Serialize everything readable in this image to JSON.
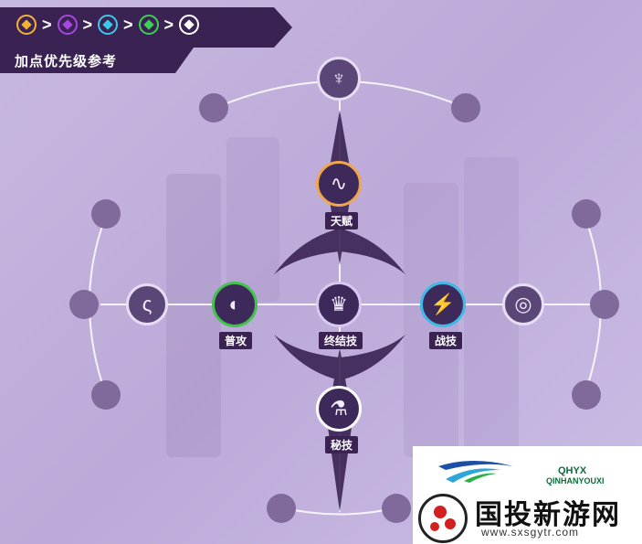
{
  "header": {
    "priority_gems": [
      {
        "name": "gold-gem-icon",
        "color": "#f2b233"
      },
      {
        "name": "purple-gem-icon",
        "color": "#a648e0"
      },
      {
        "name": "cyan-gem-icon",
        "color": "#3cc7e8"
      },
      {
        "name": "green-gem-icon",
        "color": "#3ccf55"
      },
      {
        "name": "white-gem-icon",
        "color": "#ffffff"
      }
    ],
    "arrow": ">",
    "title": "加点优先级参考"
  },
  "skills": {
    "talent": {
      "label": "天赋",
      "ring_color": "#f0a64c",
      "icon": "talent-icon"
    },
    "basic_attack": {
      "label": "普攻",
      "ring_color": "#43c24c",
      "icon": "basic-attack-icon"
    },
    "ultimate": {
      "label": "终结技",
      "ring_color": "#d6c8ee",
      "icon": "ultimate-icon"
    },
    "skill": {
      "label": "战技",
      "ring_color": "#3fb9e6",
      "icon": "skill-icon"
    },
    "technique": {
      "label": "秘技",
      "ring_color": "#ffffff",
      "icon": "technique-icon"
    }
  },
  "watermark": {
    "brand": "QHYX",
    "brand_sub": "QINHANYOUXI",
    "title": "国投新游网",
    "url": "www.sxsgytr.com"
  },
  "colors": {
    "panel": "#3a2352",
    "node": "#3e2a5a",
    "dot": "#806a9b",
    "background": "#c5b5df"
  }
}
